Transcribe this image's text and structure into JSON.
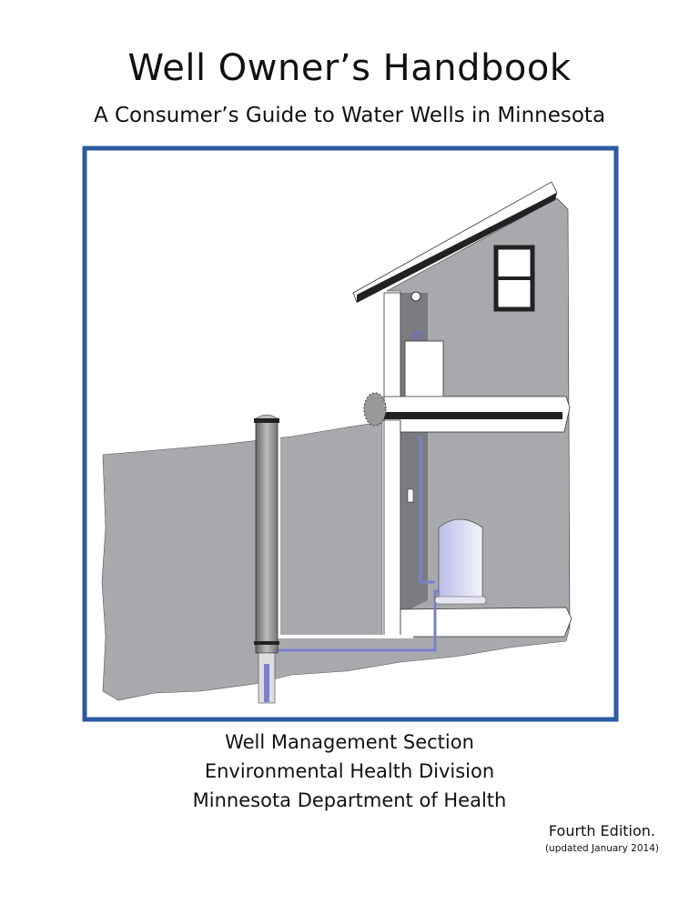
{
  "title": "Well Owner’s Handbook",
  "subtitle": "A Consumer’s Guide to Water Wells in Minnesota",
  "illustration": {
    "frame_color": "#2d5aa0"
  },
  "publisher": {
    "section": "Well Management Section",
    "division": "Environmental Health Division",
    "department": "Minnesota Department of Health"
  },
  "edition": "Fourth Edition.",
  "updated": "(updated January 2014)"
}
